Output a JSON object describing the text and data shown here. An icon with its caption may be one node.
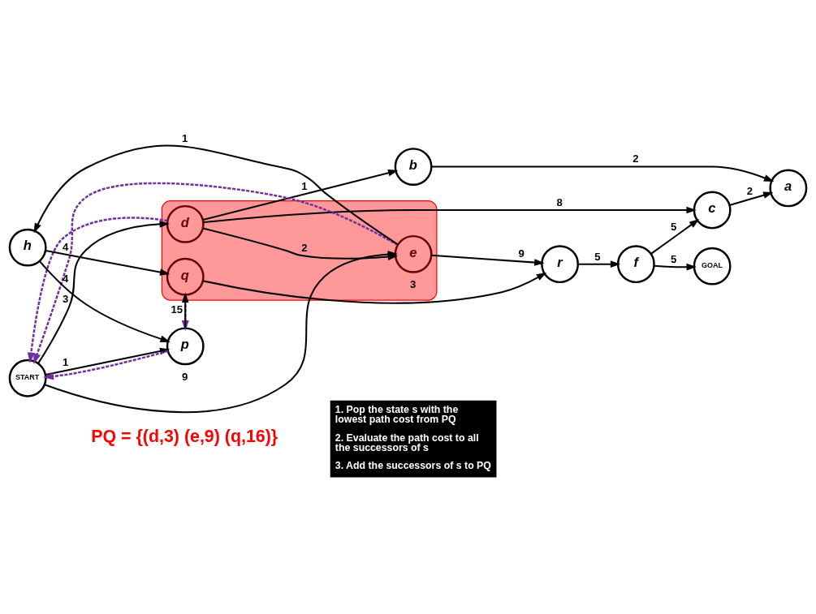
{
  "diagram": {
    "nodes": [
      {
        "text": [],
        "shape": "blob"
      },
      {
        "text": [
          "START"
        ]
      },
      {
        "text": [
          "a"
        ]
      },
      {
        "text": [
          "b"
        ]
      },
      {
        "text": [
          "c"
        ]
      },
      {
        "text": [
          "d"
        ],
        "in": 0
      },
      {
        "text": [
          "e"
        ],
        "in": 0
      },
      {
        "text": [
          "f"
        ]
      },
      {
        "text": [
          "GOAL"
        ]
      },
      {
        "text": [
          "h"
        ]
      },
      {
        "text": [
          "p"
        ]
      },
      {
        "text": [
          "q"
        ],
        "in": 0
      },
      {
        "text": [
          "r"
        ]
      }
    ],
    "edges": [
      {
        "from": 3,
        "to": 2,
        "arrow": "to",
        "label": "2"
      },
      {
        "from": 4,
        "to": 2,
        "arrow": "to",
        "label": "2"
      },
      {
        "from": 5,
        "to": 3,
        "arrow": "to",
        "label": "1"
      },
      {
        "from": 5,
        "to": 4,
        "arrow": "to",
        "label": "8"
      },
      {
        "from": 7,
        "to": 4,
        "arrow": "to",
        "label": "5"
      },
      {
        "from": 1,
        "to": 5,
        "arrow": "to",
        "label": "3"
      },
      {
        "from": 5,
        "to": 6,
        "arrow": "to",
        "label": "2"
      },
      {
        "from": 1,
        "to": 6,
        "arrow": "to",
        "label": "9"
      },
      {
        "from": 6,
        "to": 9,
        "arrow": "to",
        "label": "1"
      },
      {
        "from": 6,
        "to": 12,
        "arrow": "to",
        "label": "9"
      },
      {
        "from": 9,
        "to": 10,
        "arrow": "to",
        "label": "4"
      },
      {
        "from": 9,
        "to": 11,
        "arrow": "to",
        "label": "4"
      },
      {
        "from": 1,
        "to": 10,
        "arrow": "to",
        "label": "1"
      },
      {
        "from": 10,
        "to": 11,
        "arrow": "to",
        "label": "15"
      },
      {
        "from": 11,
        "to": 12,
        "arrow": "to",
        "label": "3"
      },
      {
        "from": 12,
        "to": 7,
        "arrow": "to",
        "label": "5"
      },
      {
        "from": 7,
        "to": 8,
        "arrow": "to",
        "label": "5"
      },
      {
        "from": 5,
        "to": 1,
        "arrow": "to",
        "style": "dashed",
        "color": "#7030a0"
      },
      {
        "from": 6,
        "to": 1,
        "arrow": "to",
        "style": "dashed",
        "color": "#7030a0"
      },
      {
        "from": 10,
        "to": 1,
        "arrow": "to",
        "style": "dashed",
        "color": "#7030a0"
      },
      {
        "from": 11,
        "to": 10,
        "arrow": "to",
        "style": "dashed",
        "color": "#7030a0"
      }
    ],
    "labels": [
      "PQ = {(d,3) (e,9) (q,16)}",
      "1. Pop the state s with the lowest path cost from PQ",
      "2. Evaluate the path cost to all the successors of s",
      "3. Add the successors of s to PQ"
    ]
  }
}
